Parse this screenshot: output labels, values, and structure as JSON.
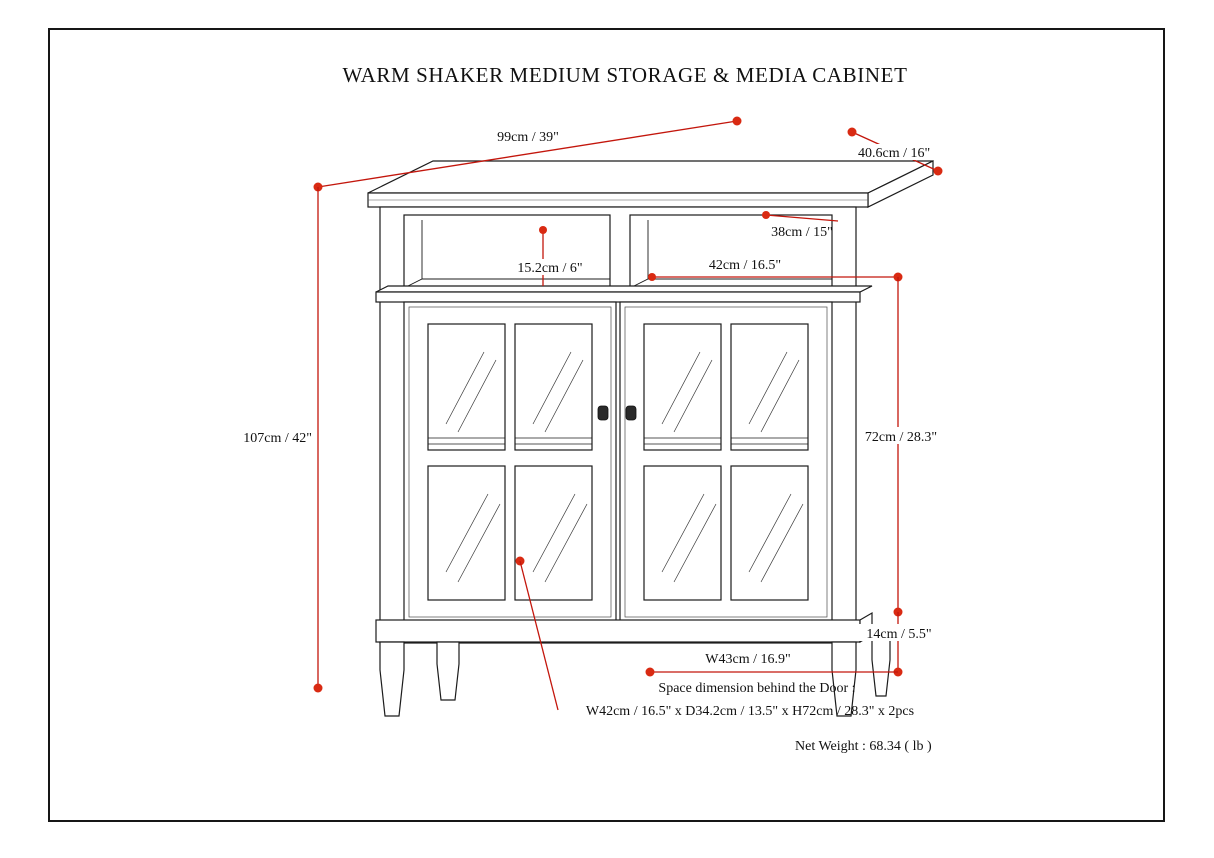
{
  "title": "WARM SHAKER MEDIUM STORAGE & MEDIA CABINET",
  "dimensions": {
    "overall_width": "99cm / 39\"",
    "overall_depth": "40.6cm / 16\"",
    "overall_height": "107cm / 42\"",
    "cubby_depth": "38cm / 15\"",
    "cubby_height": "15.2cm / 6\"",
    "cubby_width": "42cm / 16.5\"",
    "door_height": "72cm / 28.3\"",
    "leg_height": "14cm / 5.5\"",
    "door_width": "W43cm / 16.9\""
  },
  "notes": {
    "space_label": "Space dimension behind the Door :",
    "space_value": "W42cm / 16.5\" x D34.2cm / 13.5\" x H72cm / 28.3\" x 2pcs",
    "net_weight": "Net Weight : 68.34 ( lb )"
  },
  "colors": {
    "dimension_red": "#c3160c",
    "dot_red": "#d92a12",
    "line_black": "#1c1c1c",
    "background": "#ffffff"
  }
}
